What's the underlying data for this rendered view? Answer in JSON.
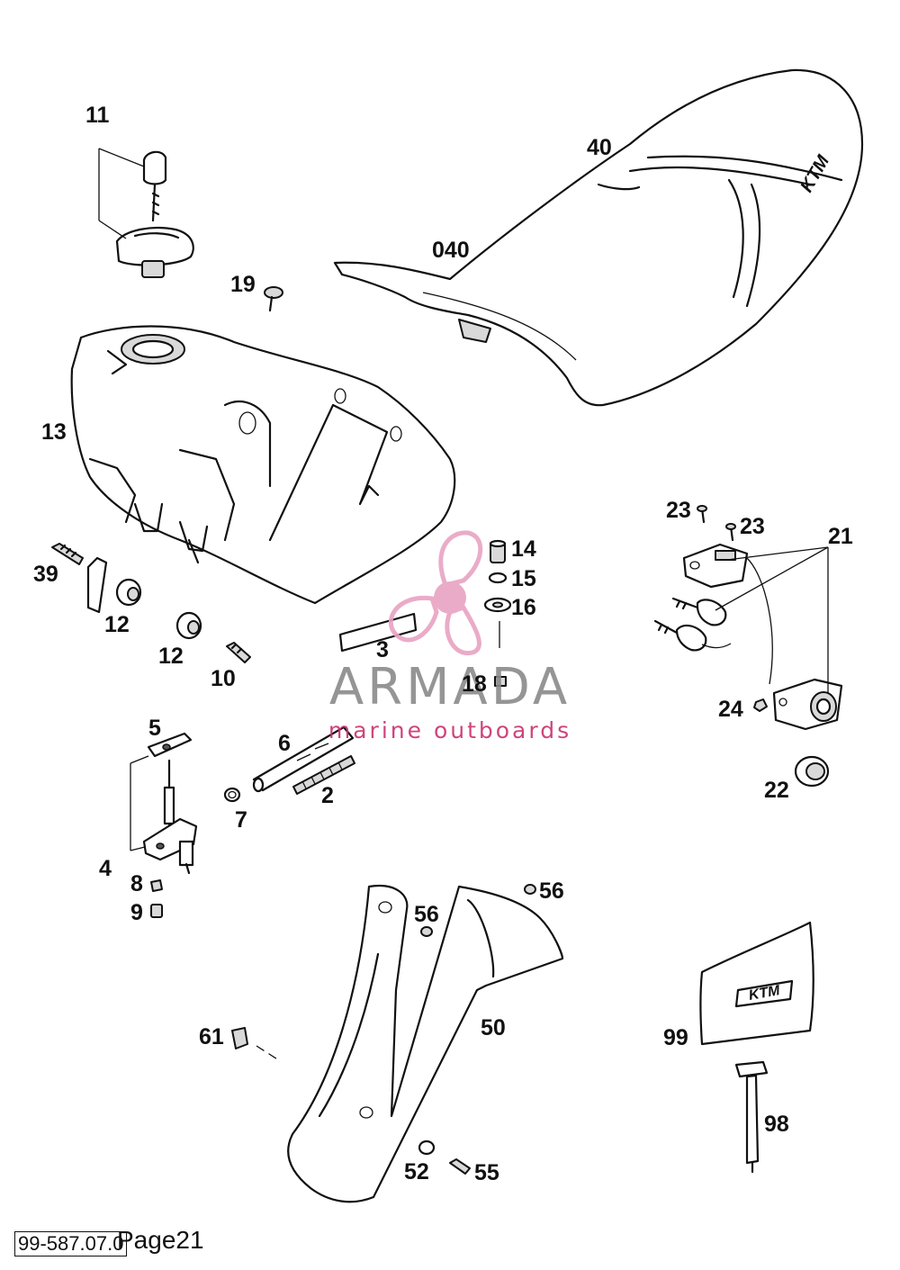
{
  "diagram": {
    "callouts": {
      "p11": "11",
      "p40": "40",
      "p040": "040",
      "p19": "19",
      "p13": "13",
      "p14": "14",
      "p15": "15",
      "p16": "16",
      "p23a": "23",
      "p23b": "23",
      "p21": "21",
      "p39": "39",
      "p12a": "12",
      "p12b": "12",
      "p10": "10",
      "p3": "3",
      "p18": "18",
      "p24": "24",
      "p22": "22",
      "p5": "5",
      "p6": "6",
      "p2": "2",
      "p7": "7",
      "p4": "4",
      "p8": "8",
      "p9": "9",
      "p56a": "56",
      "p56b": "56",
      "p50": "50",
      "p61": "61",
      "p99": "99",
      "p98": "98",
      "p52": "52",
      "p55": "55"
    },
    "brand_mark": "KTM"
  },
  "watermark": {
    "word": "ARMADA",
    "tagline": "marine outboards",
    "accent_color": "#e8a3c3",
    "text_color": "#8a8a8a"
  },
  "footer": {
    "code": "99-587.07.0",
    "page": "Page21"
  }
}
